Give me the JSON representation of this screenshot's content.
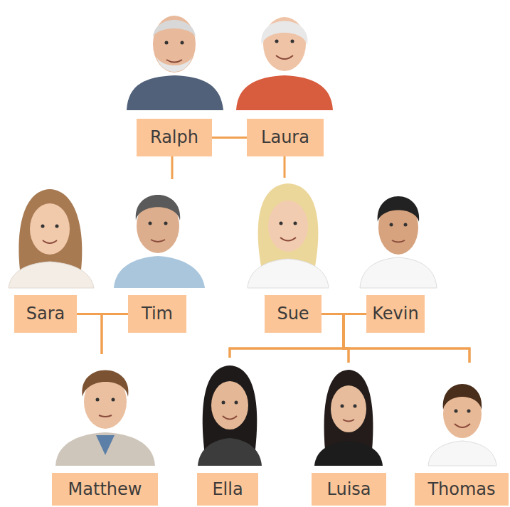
{
  "diagram": {
    "nodes": [
      {
        "text": [
          "Ralph"
        ]
      },
      {
        "text": [
          "Laura"
        ]
      },
      {
        "text": [
          "Sara"
        ]
      },
      {
        "text": [
          "Tim"
        ]
      },
      {
        "text": [
          "Sue"
        ]
      },
      {
        "text": [
          "Kevin"
        ]
      },
      {
        "text": [
          "Matthew"
        ]
      },
      {
        "text": [
          "Ella"
        ]
      },
      {
        "text": [
          "Luisa"
        ]
      },
      {
        "text": [
          "Thomas"
        ]
      }
    ],
    "edges": [
      {
        "from": 0,
        "to": 1,
        "arrow": "none"
      },
      {
        "from": 0,
        "to": 3,
        "arrow": "none"
      },
      {
        "from": 1,
        "to": 4,
        "arrow": "none"
      },
      {
        "from": 2,
        "to": 3,
        "arrow": "none"
      },
      {
        "from": 4,
        "to": 5,
        "arrow": "none"
      },
      {
        "from": 2,
        "to": 6,
        "arrow": "none"
      },
      {
        "from": 3,
        "to": 6,
        "arrow": "none"
      },
      {
        "from": 4,
        "to": 7,
        "arrow": "none"
      },
      {
        "from": 4,
        "to": 8,
        "arrow": "none"
      },
      {
        "from": 4,
        "to": 9,
        "arrow": "none"
      },
      {
        "from": 5,
        "to": 7,
        "arrow": "none"
      },
      {
        "from": 5,
        "to": 8,
        "arrow": "none"
      },
      {
        "from": 5,
        "to": 9,
        "arrow": "none"
      }
    ]
  }
}
